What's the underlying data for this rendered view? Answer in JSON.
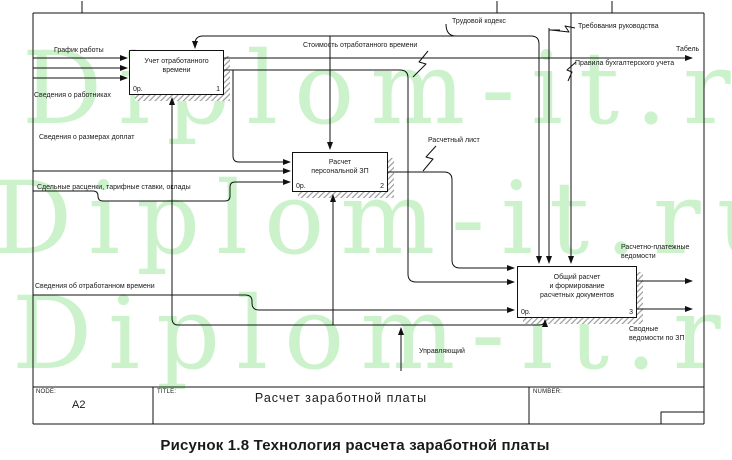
{
  "watermark": {
    "text": "Diplom-it.ru",
    "color": "#ccf2cc"
  },
  "colors": {
    "line": "#111111",
    "watermark": "#ccf2cc",
    "shadow_hatch": "#9a9a9a",
    "background": "#ffffff"
  },
  "labels": {
    "grafik": "График работы",
    "rabotniki": "Сведения о работниках",
    "doplaty": "Сведения о размерах доплат",
    "sdelnye": "Сдельные расценки, тарифные ставки, оклады",
    "otrabotannoe": "Сведения об отработанном времени",
    "stoimost": "Стоимость отработанного времени",
    "trudovoy": "Трудовой кодекс",
    "trebovaniya": "Требования руководства",
    "pravila": "Правила бухгалтерского учета",
    "tabel": "Табель",
    "raschetny_list": "Расчетный лист",
    "rp_vedomosti": [
      "Расчетно-платежные",
      "ведомости"
    ],
    "svodnye": [
      "Сводные",
      "ведомости по ЗП"
    ],
    "upravlyayushchiy": "Управляющий"
  },
  "boxes": [
    {
      "lines": [
        "Учет отработанного",
        "времени"
      ],
      "cost": "0р.",
      "num": "1"
    },
    {
      "lines": [
        "Расчет",
        "персональной ЗП"
      ],
      "cost": "0р.",
      "num": "2"
    },
    {
      "lines": [
        "Общий расчет",
        "и формирование",
        "расчетных документов"
      ],
      "cost": "0р.",
      "num": "3"
    }
  ],
  "titlebar": {
    "node_label": "NODE:",
    "node_value": "A2",
    "title_label": "TITLE:",
    "title_value": "Расчет заработной платы",
    "number_label": "NUMBER:"
  },
  "caption": "Рисунок 1.8 Технология расчета заработной платы"
}
